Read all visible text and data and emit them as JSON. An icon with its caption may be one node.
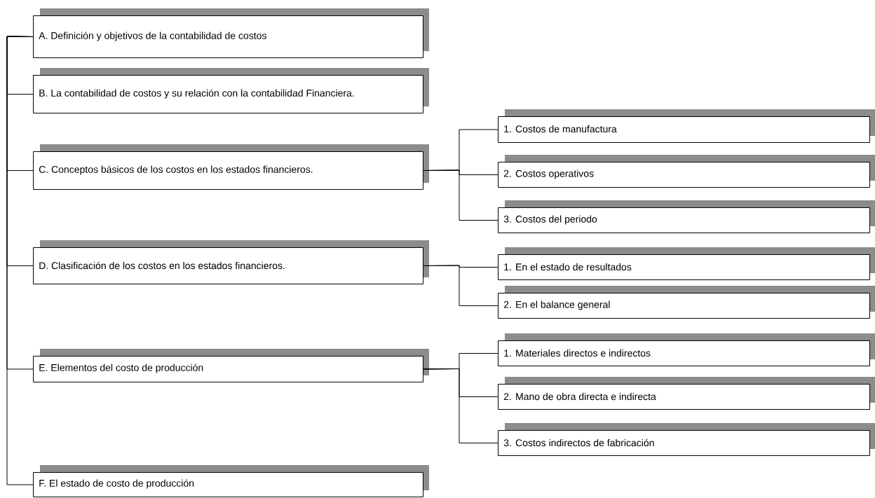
{
  "diagram": {
    "nodes": [
      {
        "text": [
          "A. Definición y objetivos de la contabilidad de costos"
        ]
      },
      {
        "text": [
          "B. La contabilidad de costos y su relación con la contabilidad Financiera."
        ]
      },
      {
        "text": [
          "C. Conceptos básicos de los costos en los estados financieros."
        ]
      },
      {
        "text": [
          "1. Costos de manufactura"
        ]
      },
      {
        "text": [
          "2. Costos operativos"
        ]
      },
      {
        "text": [
          "3. Costos del periodo"
        ]
      },
      {
        "text": [
          "D. Clasificación de los costos en los estados financieros."
        ]
      },
      {
        "text": [
          "1. En el estado de resultados"
        ]
      },
      {
        "text": [
          "2. En el balance general"
        ]
      },
      {
        "text": [
          "E. Elementos del costo de producción"
        ]
      },
      {
        "text": [
          "1. Materiales directos e indirectos"
        ]
      },
      {
        "text": [
          "2. Mano de obra directa e indirecta"
        ]
      },
      {
        "text": [
          "3. Costos indirectos de fabricación"
        ]
      },
      {
        "text": [
          "F. El estado de costo de producción"
        ]
      }
    ],
    "edges": [
      {
        "from": 0,
        "to": 1,
        "arrow": "none"
      },
      {
        "from": 0,
        "to": 2,
        "arrow": "none"
      },
      {
        "from": 0,
        "to": 6,
        "arrow": "none"
      },
      {
        "from": 0,
        "to": 9,
        "arrow": "none"
      },
      {
        "from": 0,
        "to": 13,
        "arrow": "none"
      },
      {
        "from": 2,
        "to": 3,
        "arrow": "none"
      },
      {
        "from": 2,
        "to": 4,
        "arrow": "none"
      },
      {
        "from": 2,
        "to": 5,
        "arrow": "none"
      },
      {
        "from": 6,
        "to": 7,
        "arrow": "none"
      },
      {
        "from": 6,
        "to": 8,
        "arrow": "none"
      },
      {
        "from": 9,
        "to": 10,
        "arrow": "none"
      },
      {
        "from": 9,
        "to": 11,
        "arrow": "none"
      },
      {
        "from": 9,
        "to": 12,
        "arrow": "none"
      }
    ]
  }
}
